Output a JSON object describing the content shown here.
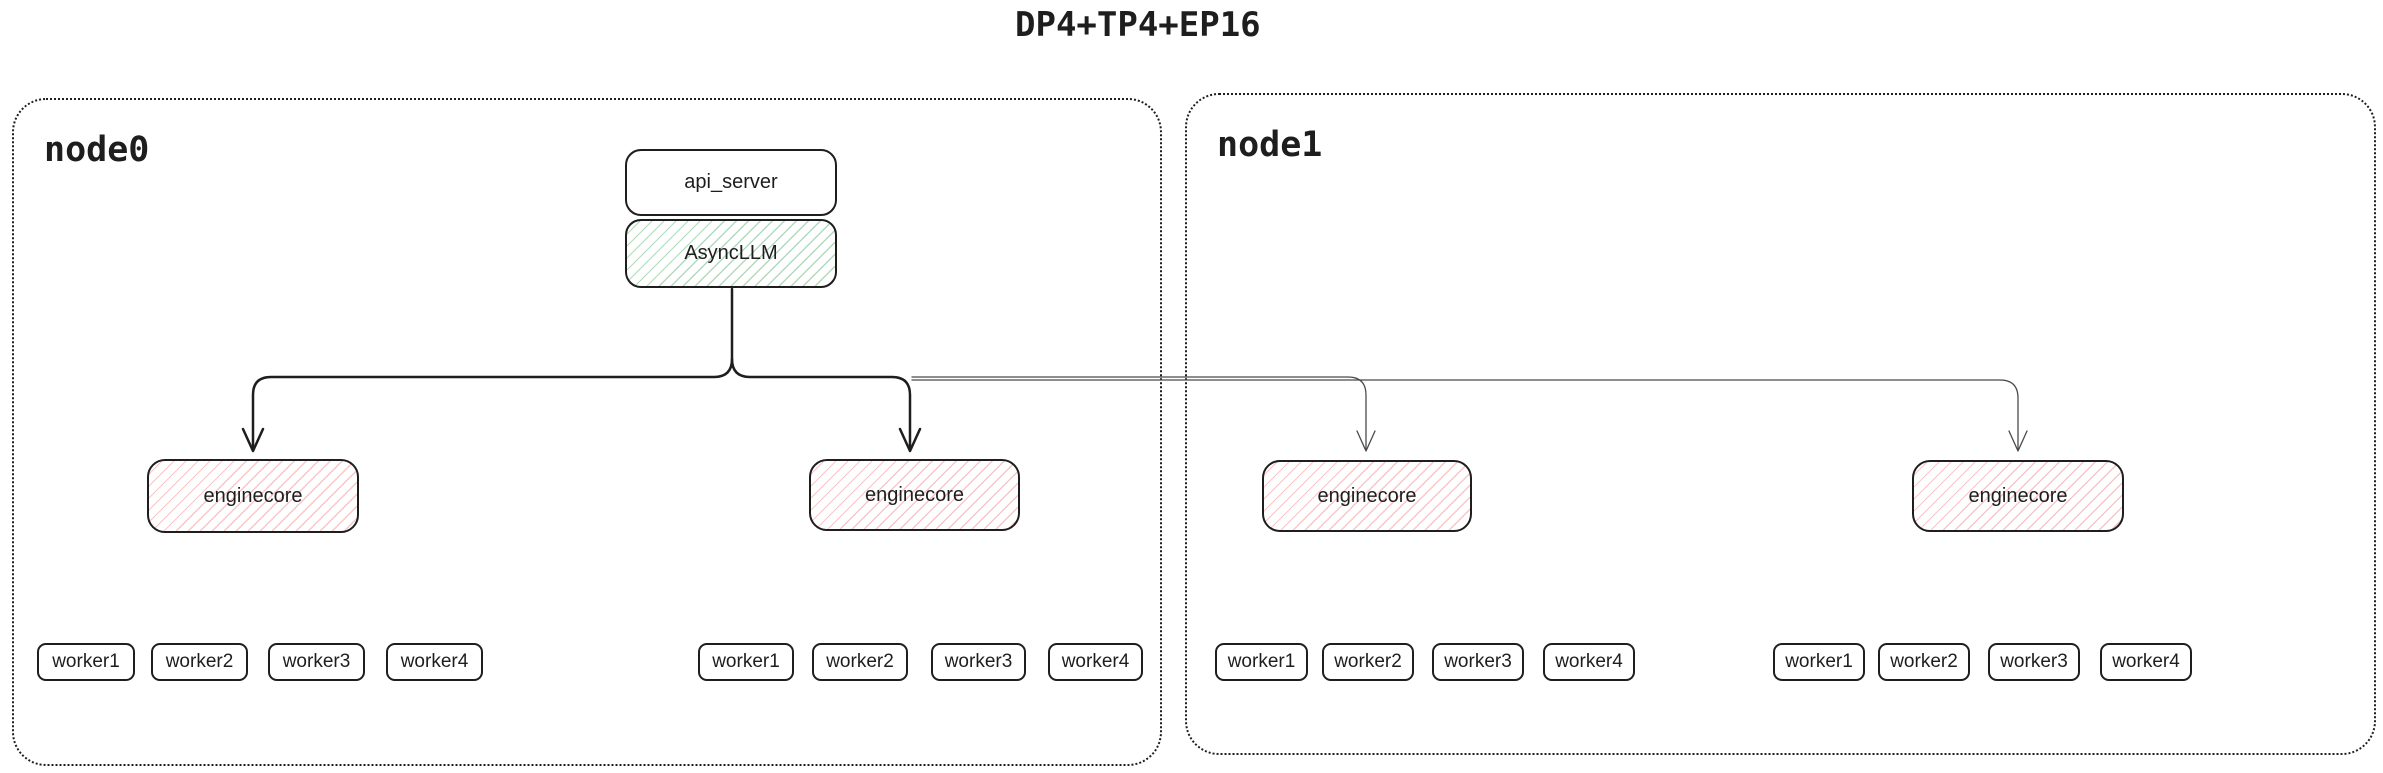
{
  "title": "DP4+TP4+EP16",
  "colors": {
    "stroke": "#1e1e1e",
    "green_hatch": "#40c057",
    "red_hatch": "#e03131",
    "thin_wire": "#4a4a4a"
  },
  "nodes": [
    {
      "label": "node0",
      "api_server": "api_server",
      "asyncllm": "AsyncLLM",
      "enginecores": [
        {
          "label": "enginecore",
          "workers": [
            "worker1",
            "worker2",
            "worker3",
            "worker4"
          ]
        },
        {
          "label": "enginecore",
          "workers": [
            "worker1",
            "worker2",
            "worker3",
            "worker4"
          ]
        }
      ]
    },
    {
      "label": "node1",
      "enginecores": [
        {
          "label": "enginecore",
          "workers": [
            "worker1",
            "worker2",
            "worker3",
            "worker4"
          ]
        },
        {
          "label": "enginecore",
          "workers": [
            "worker1",
            "worker2",
            "worker3",
            "worker4"
          ]
        }
      ]
    }
  ]
}
